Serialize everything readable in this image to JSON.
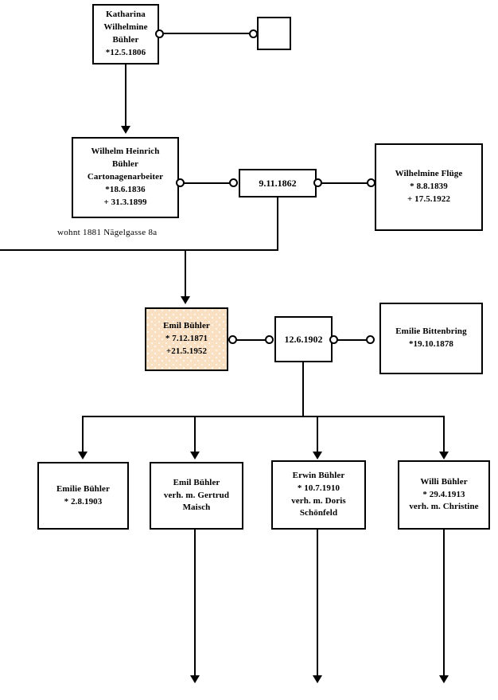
{
  "diagram": {
    "title": "Bühler family genealogy chart",
    "highlight_color": "#fae0c3",
    "line_color": "#000000",
    "note": "wohnt 1881  Nägelgasse 8a"
  },
  "people": {
    "katharina": {
      "name_line1": "Katharina",
      "name_line2": "Wilhelmine",
      "name_line3": "Bühler",
      "birth": "*12.5.1806"
    },
    "spouse_unknown": {
      "label": ""
    },
    "wilhelm": {
      "name_line1": "Wilhelm Heinrich",
      "name_line2": "Bühler",
      "occupation": "Cartonagenarbeiter",
      "birth": "*18.6.1836",
      "death": "+ 31.3.1899"
    },
    "wilhelmine_fluege": {
      "name": "Wilhelmine Flüge",
      "birth": "* 8.8.1839",
      "death": "+ 17.5.1922"
    },
    "emil_buehler": {
      "name": "Emil Bühler",
      "birth": "* 7.12.1871",
      "death": "+21.5.1952"
    },
    "emilie_bittenbring": {
      "name": "Emilie Bittenbring",
      "birth": "*19.10.1878"
    },
    "child_emilie": {
      "name": "Emilie Bühler",
      "birth": "* 2.8.1903"
    },
    "child_emil": {
      "name": "Emil Bühler",
      "spouse_line1": "verh. m. Gertrud",
      "spouse_line2": "Maisch"
    },
    "child_erwin": {
      "name": "Erwin Bühler",
      "birth": "* 10.7.1910",
      "spouse_line1": "verh. m. Doris",
      "spouse_line2": "Schönfeld"
    },
    "child_willi": {
      "name": "Willi Bühler",
      "birth": "* 29.4.1913",
      "spouse_line1": "verh. m. Christine"
    }
  },
  "marriages": {
    "marriage_1862": {
      "date": "9.11.1862"
    },
    "marriage_1902": {
      "date": "12.6.1902"
    }
  }
}
